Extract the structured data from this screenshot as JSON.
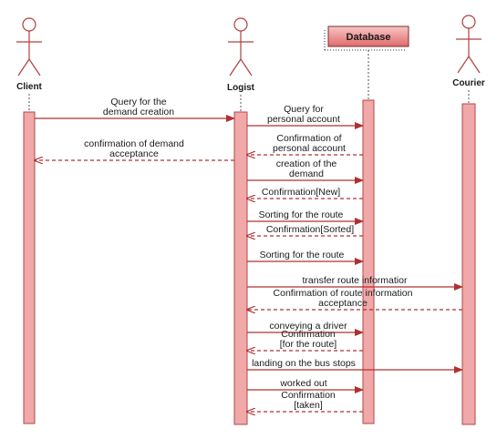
{
  "participants": [
    {
      "id": "client",
      "label": "Client",
      "kind": "actor"
    },
    {
      "id": "logist",
      "label": "Logist",
      "kind": "actor"
    },
    {
      "id": "database",
      "label": "Database",
      "kind": "object"
    },
    {
      "id": "courier",
      "label": "Courier",
      "kind": "actor"
    }
  ],
  "messages": [
    {
      "from": "client",
      "to": "logist",
      "lines": [
        "Query for the",
        "demand creation"
      ],
      "style": "solid"
    },
    {
      "from": "logist",
      "to": "database",
      "lines": [
        "Query for",
        "personal account"
      ],
      "style": "solid"
    },
    {
      "from": "database",
      "to": "logist",
      "lines": [
        "Confirmation of",
        "personal account"
      ],
      "style": "dashed"
    },
    {
      "from": "logist",
      "to": "client",
      "lines": [
        "confirmation of demand",
        "acceptance"
      ],
      "style": "dashed"
    },
    {
      "from": "logist",
      "to": "database",
      "lines": [
        "creation of the",
        "demand"
      ],
      "style": "solid"
    },
    {
      "from": "database",
      "to": "logist",
      "lines": [
        "Confirmation[New]"
      ],
      "style": "dashed"
    },
    {
      "from": "logist",
      "to": "database",
      "lines": [
        "Sorting for the route"
      ],
      "style": "solid"
    },
    {
      "from": "database",
      "to": "logist",
      "lines": [
        "Confirmation[Sorted]"
      ],
      "style": "dashed"
    },
    {
      "from": "logist",
      "to": "database",
      "lines": [
        "Sorting for the route"
      ],
      "style": "solid"
    },
    {
      "from": "logist",
      "to": "courier",
      "lines": [
        "transfer route informatior"
      ],
      "style": "solid"
    },
    {
      "from": "courier",
      "to": "logist",
      "lines": [
        "Confirmation of route information",
        "acceptance"
      ],
      "style": "dashed"
    },
    {
      "from": "logist",
      "to": "database",
      "lines": [
        "conveying a driver"
      ],
      "style": "solid"
    },
    {
      "from": "database",
      "to": "logist",
      "lines": [
        "Confirmation",
        "[for the route]"
      ],
      "style": "dashed"
    },
    {
      "from": "logist",
      "to": "courier",
      "lines": [
        "landing on the bus stops"
      ],
      "style": "solid"
    },
    {
      "from": "logist",
      "to": "database",
      "lines": [
        "worked out"
      ],
      "style": "solid"
    },
    {
      "from": "database",
      "to": "logist",
      "lines": [
        "Confirmation",
        "[taken]"
      ],
      "style": "dashed"
    }
  ],
  "colors": {
    "activation_fill": "#f0a8a8",
    "activation_stroke": "#b04848",
    "arrow": "#b03030",
    "actor": "#b04040",
    "db_box_top": "#f7c6c6",
    "db_box_bottom": "#e06b6b"
  }
}
